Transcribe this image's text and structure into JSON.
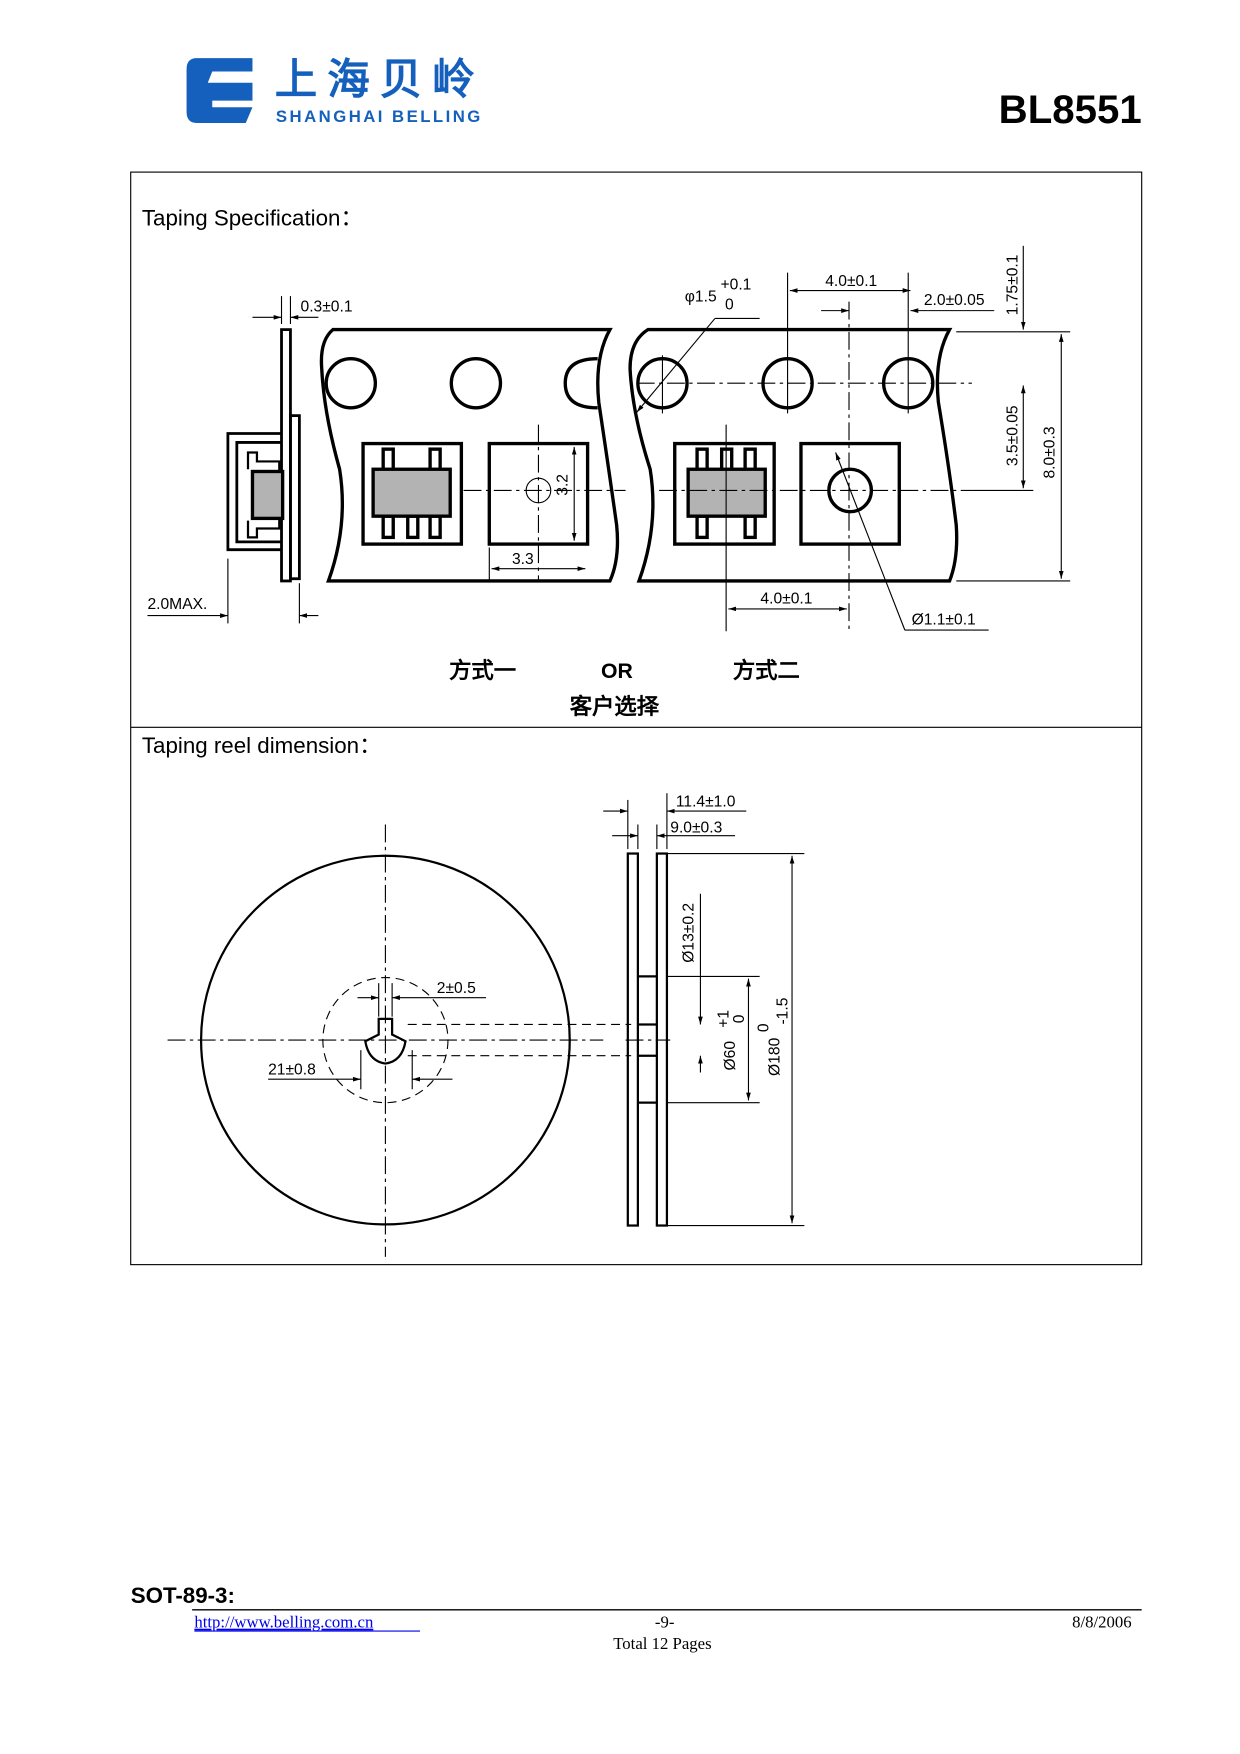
{
  "header": {
    "logo_cn": "上海贝岭",
    "logo_en": "SHANGHAI BELLING",
    "part_number": "BL8551",
    "brand_color": "#1560bd"
  },
  "taping": {
    "title": "Taping Specification：",
    "dims": {
      "cover_thickness": "0.3±0.1",
      "max_height": "2.0MAX.",
      "pocket_h": "3.2",
      "pocket_w": "3.3",
      "hole_dia": "φ1.5",
      "hole_tol_plus": "+0.1",
      "hole_tol_minus": "0",
      "hole_pitch": "4.0±0.1",
      "hole_to_pocket": "2.0±0.05",
      "edge_to_hole": "1.75±0.1",
      "hole_to_pocket_row": "3.5±0.05",
      "tape_width": "8.0±0.3",
      "pocket_pitch": "4.0±0.1",
      "pocket_hole": "Ø1.1±0.1"
    },
    "option1": "方式一",
    "or_label": "OR",
    "option2": "方式二",
    "customer_choice": "客户选择"
  },
  "reel": {
    "title": "Taping reel dimension：",
    "dims": {
      "outer_width": "11.4±1.0",
      "inner_width": "9.0±0.3",
      "arbor": "Ø13±0.2",
      "hub": "Ø60",
      "hub_tol_plus": "+1",
      "hub_tol_minus": "0",
      "reel_dia": "Ø180",
      "reel_tol_plus": "0",
      "reel_tol_minus": "-1.5",
      "key_width": "2±0.5",
      "key_dia": "21±0.8"
    }
  },
  "footer": {
    "package": "SOT-89-3:",
    "url": "http://www.belling.com.cn",
    "page": "-9-",
    "total": "Total 12  Pages",
    "date": "8/8/2006"
  }
}
